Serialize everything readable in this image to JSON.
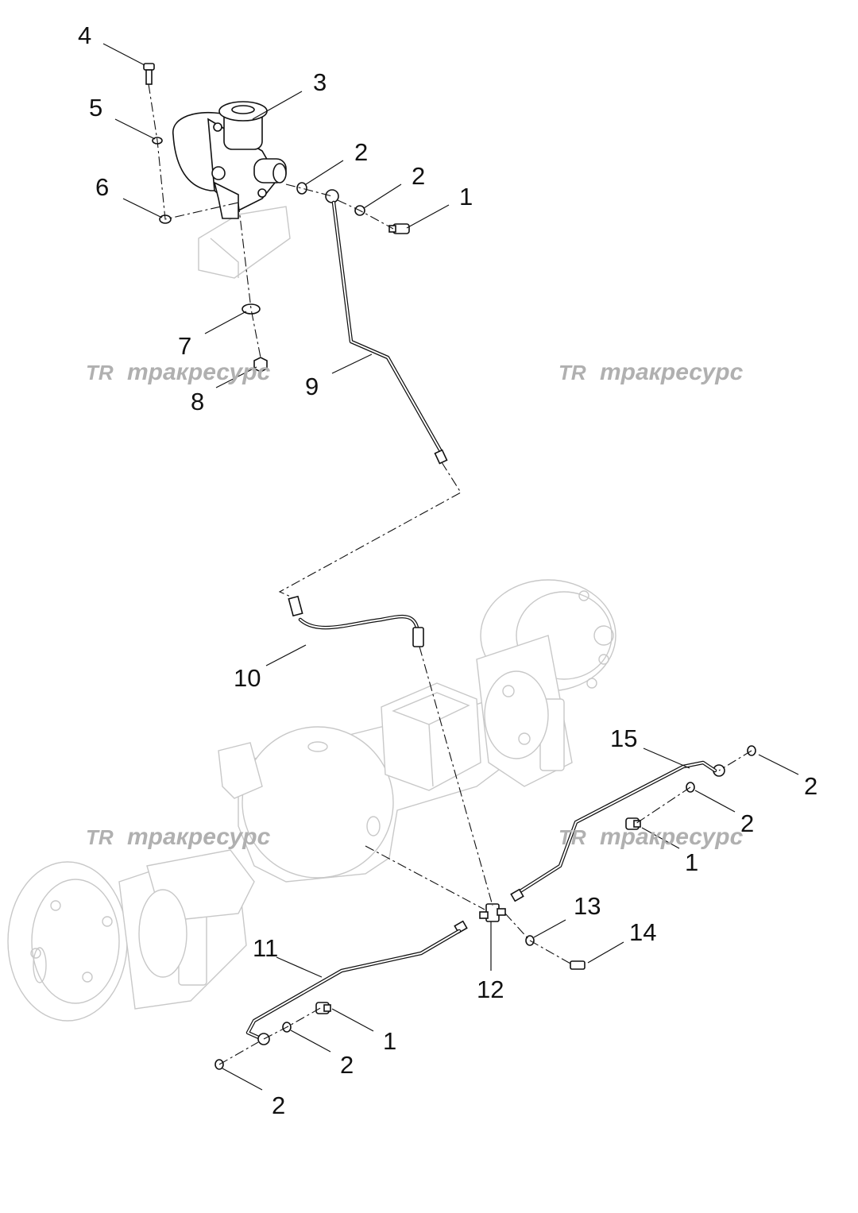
{
  "diagram": {
    "callouts": [
      {
        "id": "c4",
        "text": "4"
      },
      {
        "id": "c5",
        "text": "5"
      },
      {
        "id": "c3",
        "text": "3"
      },
      {
        "id": "c6",
        "text": "6"
      },
      {
        "id": "c2a",
        "text": "2"
      },
      {
        "id": "c2b",
        "text": "2"
      },
      {
        "id": "c1a",
        "text": "1"
      },
      {
        "id": "c7",
        "text": "7"
      },
      {
        "id": "c8",
        "text": "8"
      },
      {
        "id": "c9",
        "text": "9"
      },
      {
        "id": "c10",
        "text": "10"
      },
      {
        "id": "c15",
        "text": "15"
      },
      {
        "id": "c2c",
        "text": "2"
      },
      {
        "id": "c2d",
        "text": "2"
      },
      {
        "id": "c1b",
        "text": "1"
      },
      {
        "id": "c13",
        "text": "13"
      },
      {
        "id": "c14",
        "text": "14"
      },
      {
        "id": "c11",
        "text": "11"
      },
      {
        "id": "c12",
        "text": "12"
      },
      {
        "id": "c1c",
        "text": "1"
      },
      {
        "id": "c2e",
        "text": "2"
      },
      {
        "id": "c2f",
        "text": "2"
      }
    ],
    "watermarks": [
      {
        "logo": "TR",
        "text": "тракресурс"
      },
      {
        "logo": "TR",
        "text": "тракресурс"
      },
      {
        "logo": "TR",
        "text": "тракресурс"
      },
      {
        "logo": "TR",
        "text": "тракресурс"
      }
    ]
  }
}
